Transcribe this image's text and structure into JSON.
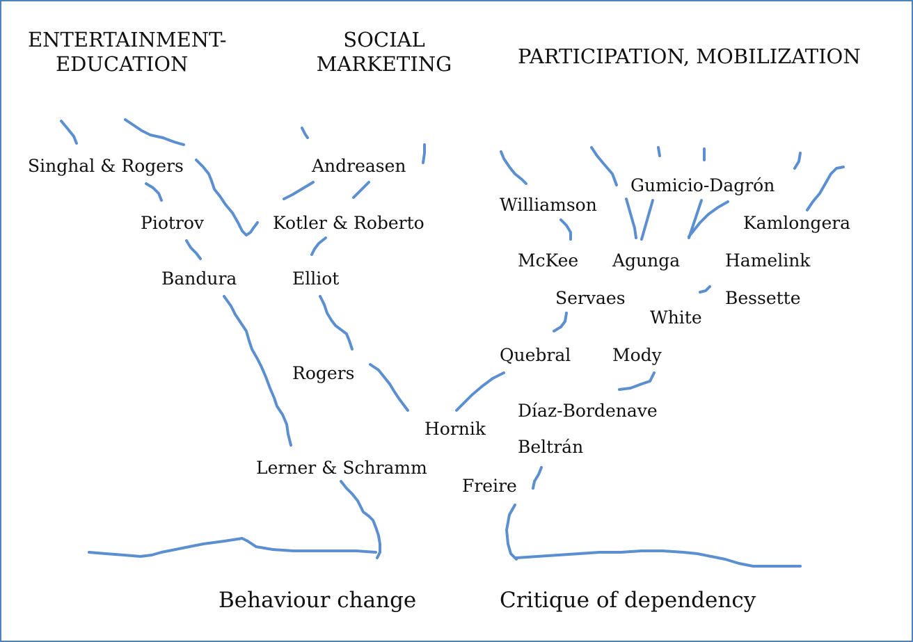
{
  "colors": {
    "branch": "#5b8fd0",
    "frame": "#4f81bd",
    "text": "#111111"
  },
  "headings": {
    "entertainment_line1": "ENTERTAINMENT-",
    "entertainment_line2": "EDUCATION",
    "social_line1": "SOCIAL",
    "social_line2": "MARKETING",
    "participation": "PARTICIPATION, MOBILIZATION"
  },
  "names": {
    "singhal_rogers": "Singhal & Rogers",
    "piotrov": "Piotrov",
    "bandura": "Bandura",
    "andreasen": "Andreasen",
    "kotler_roberto": "Kotler & Roberto",
    "elliot": "Elliot",
    "rogers": "Rogers",
    "hornik": "Hornik",
    "lerner_schramm": "Lerner & Schramm",
    "williamson": "Williamson",
    "gumicio_dagron": "Gumicio-Dagrón",
    "kamlongera": "Kamlongera",
    "mckee": "McKee",
    "agunga": "Agunga",
    "hamelink": "Hamelink",
    "servaes": "Servaes",
    "bessette": "Bessette",
    "white": "White",
    "quebral": "Quebral",
    "mody": "Mody",
    "diaz_bordenave": "Díaz-Bordenave",
    "beltran": "Beltrán",
    "freire": "Freire"
  },
  "roots": {
    "behaviour_change": "Behaviour change",
    "critique_of_dependency": "Critique of dependency"
  }
}
